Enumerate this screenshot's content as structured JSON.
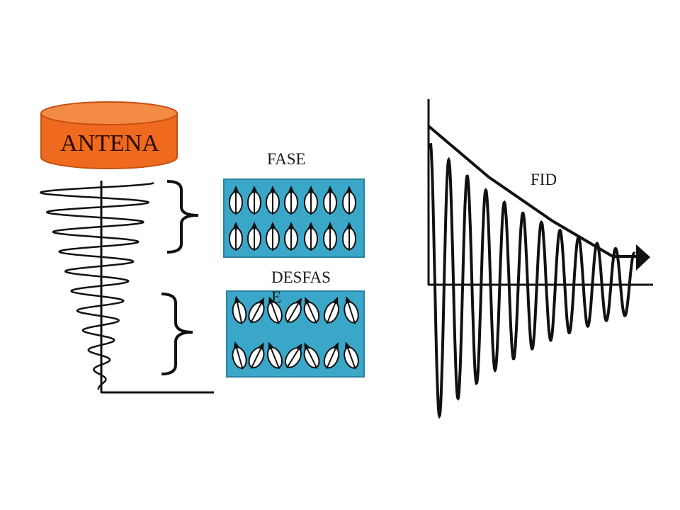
{
  "labels": {
    "antenna": "ANTENA",
    "phase": "FASE",
    "dephase": "DESFASE",
    "fid": "FID"
  },
  "colors": {
    "antenna_fill": "#ef6a1e",
    "antenna_top": "#f38a45",
    "antenna_stroke": "#c4500f",
    "panel_fill": "#3aa7c8",
    "panel_stroke": "#2b83a2",
    "line": "#111111",
    "spin_fill": "#ffffff"
  },
  "icons": [
    "spin-up-icon",
    "spin-tilted-icon",
    "bracket-icon",
    "arrowhead-icon"
  ]
}
